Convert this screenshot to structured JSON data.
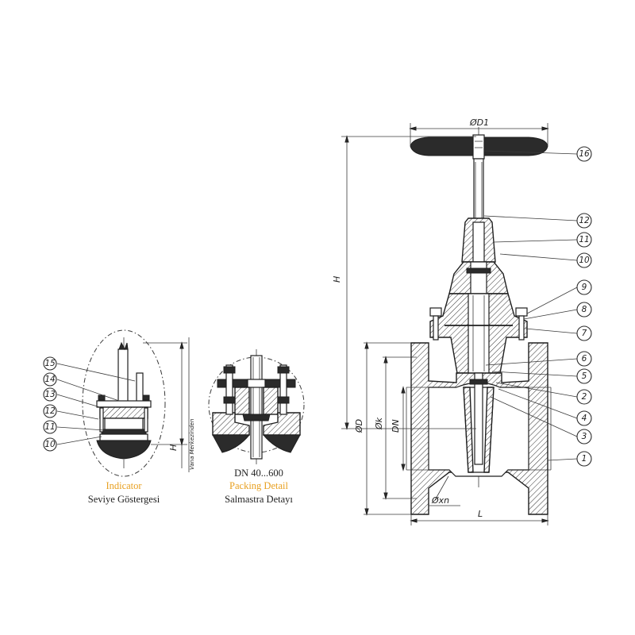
{
  "balloons": {
    "b1": "1",
    "b2": "2",
    "b3": "3",
    "b4": "4",
    "b5": "5",
    "b6": "6",
    "b7": "7",
    "b8": "8",
    "b9": "9",
    "b10": "10",
    "b11": "11",
    "b12": "12",
    "b16": "16",
    "ind10": "10",
    "ind11": "11",
    "ind12": "12",
    "ind13": "13",
    "ind14": "14",
    "ind15": "15"
  },
  "dimensions": {
    "D1": "ØD1",
    "H": "H",
    "D": "ØD",
    "K": "Øk",
    "DN": "DN",
    "L": "L",
    "bolts": "Øxn",
    "ind_H": "H",
    "ind_ref": "Vana Merkezinden"
  },
  "captions": {
    "indicator_en": "Indicator",
    "indicator_tr": "Seviye Göstergesi",
    "packing_size": "DN 40...600",
    "packing_en": "Packing Detail",
    "packing_tr": "Salmastra Detayı"
  },
  "colors": {
    "accent": "#e8a020",
    "text": "#1f1f1f",
    "line": "#2b2b2b"
  }
}
